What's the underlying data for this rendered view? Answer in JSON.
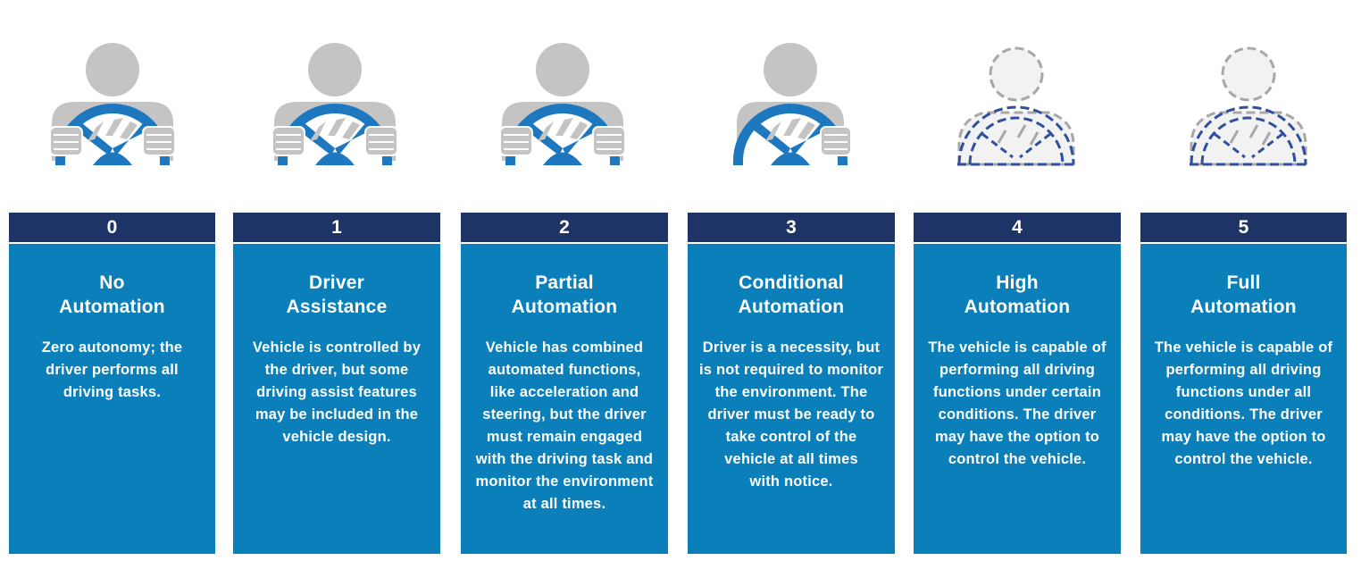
{
  "levels": [
    {
      "number": "0",
      "title": "No\nAutomation",
      "description": "Zero autonomy; the\ndriver performs all\ndriving tasks.",
      "icon": "driver-hands-on-wheel-icon"
    },
    {
      "number": "1",
      "title": "Driver\nAssistance",
      "description": "Vehicle is controlled by\nthe driver, but some\ndriving assist features\nmay be included in the\nvehicle design.",
      "icon": "driver-hands-on-wheel-icon"
    },
    {
      "number": "2",
      "title": "Partial\nAutomation",
      "description": "Vehicle has combined\nautomated functions,\nlike acceleration and\nsteering, but the driver\nmust remain engaged\nwith the driving task and\nmonitor the environment\nat all times.",
      "icon": "driver-hands-on-wheel-icon"
    },
    {
      "number": "3",
      "title": "Conditional\nAutomation",
      "description": "Driver is a necessity, but\nis not required to monitor\nthe environment. The\ndriver must be ready to\ntake control of the\nvehicle at all times\nwith notice.",
      "icon": "driver-hands-off-wheel-icon"
    },
    {
      "number": "4",
      "title": "High\nAutomation",
      "description": "The vehicle is capable of\nperforming all driving\nfunctions under certain\nconditions. The driver\nmay have the option to\ncontrol the vehicle.",
      "icon": "dashed-driver-optional-icon"
    },
    {
      "number": "5",
      "title": "Full\nAutomation",
      "description": "The vehicle is capable of\nperforming all driving\nfunctions under all\nconditions. The driver\nmay have the option to\ncontrol the vehicle.",
      "icon": "dashed-driver-optional-icon"
    }
  ],
  "colors": {
    "header_bar": "#1f3466",
    "panel": "#0a7fba",
    "wheel": "#1e78c0",
    "figure_gray": "#c4c4c4",
    "dashed_blue": "#2f4f9f"
  }
}
